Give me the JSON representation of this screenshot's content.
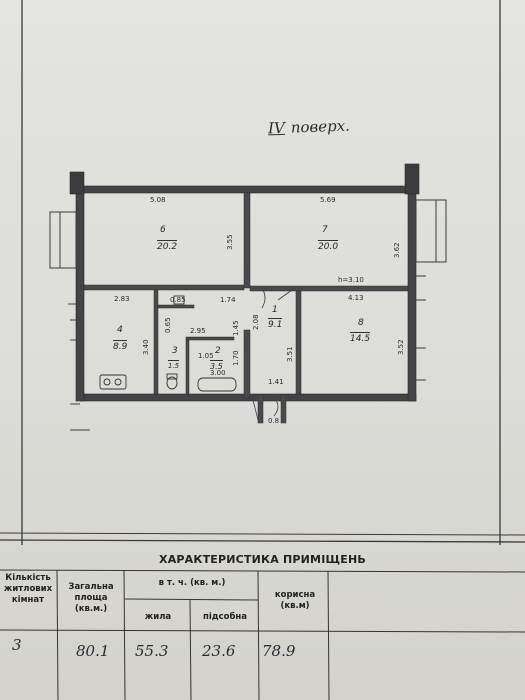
{
  "floor_label": {
    "roman": "IV",
    "word": "поверх."
  },
  "rooms": [
    {
      "number": "6",
      "area": "20.2"
    },
    {
      "number": "7",
      "area": "20.0"
    },
    {
      "number": "4",
      "area": "8.9"
    },
    {
      "number": "1",
      "area": "9.1"
    },
    {
      "number": "8",
      "area": "14.5"
    },
    {
      "number": "3",
      "area": "1.5"
    },
    {
      "number": "2",
      "area": "3.5"
    }
  ],
  "dimensions": {
    "room6_width": "5.08",
    "room6_depth": "3.55",
    "room7_width": "5.69",
    "room7_depth": "3.62",
    "room7_height_note": "h=3.10",
    "room4_width": "2.83",
    "room4_depth": "3.40",
    "closet_width": "0.85",
    "closet_depth": "0.65",
    "bath_width": "2.95",
    "hall_v1": "1.74",
    "hall_v2": "1.45",
    "hall_v3": "2.08",
    "hall_v4": "1.70",
    "wc_width": "1.05",
    "bath_len": "3.00",
    "corr_dim": "3.51",
    "room8_width": "4.13",
    "room8_depth": "3.52",
    "entry_dim": "1.41",
    "entry_small": "0.8"
  },
  "table": {
    "title": "ХАРАКТЕРИСТИКА ПРИМІЩЕНЬ",
    "headers": {
      "rooms_count": "Кількість житлових кімнат",
      "total_area": "Загальна площа (кв.м.)",
      "including": "в т. ч. (кв. м.)",
      "living": "жила",
      "auxiliary": "підсобна",
      "useful": "корисна (кв.м)"
    },
    "values": {
      "rooms_count": "3",
      "total_area": "80.1",
      "living": "55.3",
      "auxiliary": "23.6",
      "useful": "78.9"
    }
  }
}
